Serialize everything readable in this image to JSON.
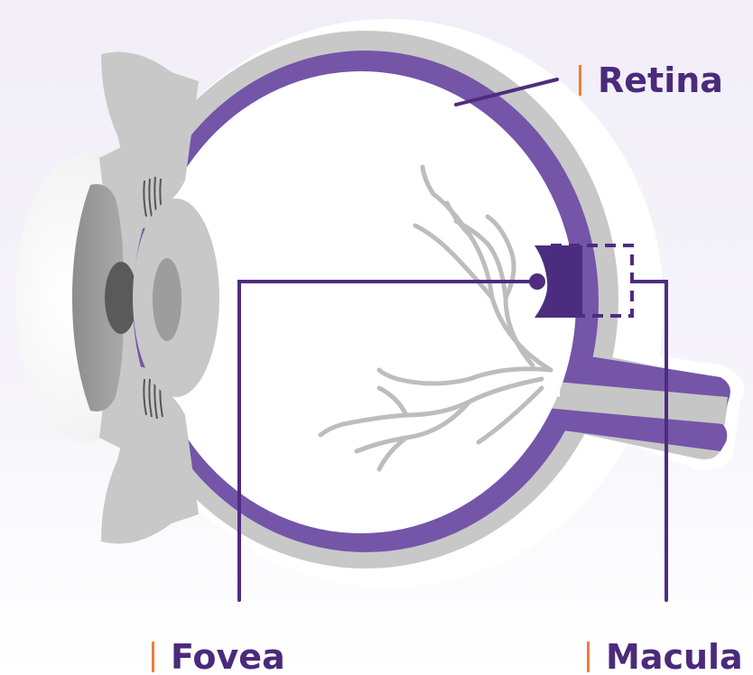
{
  "labels": {
    "retina": "Retina",
    "fovea": "Fovea",
    "macula": "Macula"
  },
  "colors": {
    "label_text": "#4b2a7b",
    "accent_bar": "#ee7d3a",
    "retina_purple": "#7455a8",
    "macula_dark": "#4a2d7f",
    "pointer_line": "#4f2c80",
    "sclera_gray": "#c8c8c8",
    "vessel_gray": "#b9b9b9"
  }
}
